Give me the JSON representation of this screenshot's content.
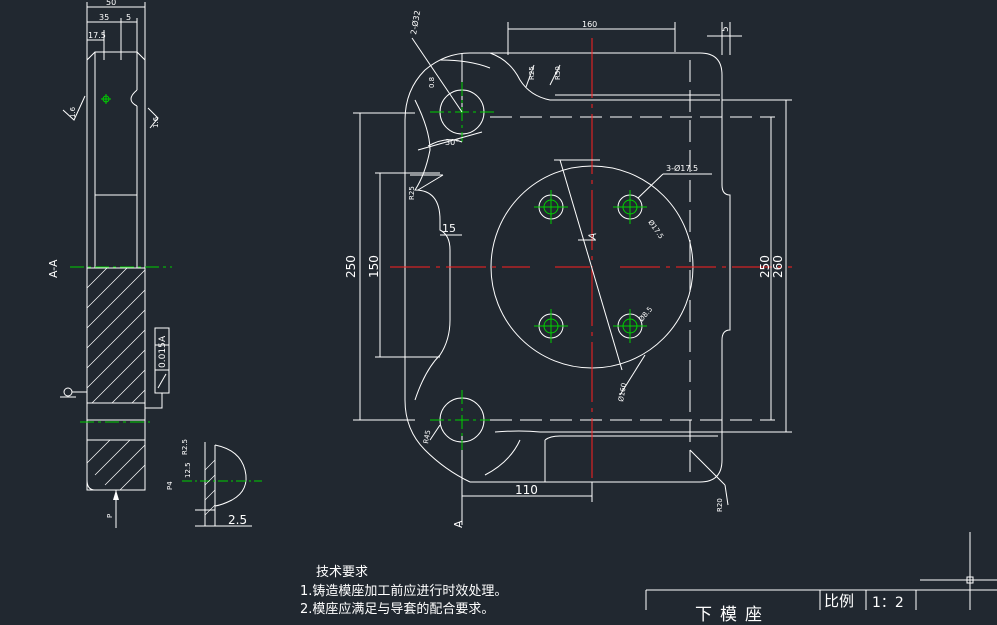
{
  "side_view": {
    "dims": {
      "d50": "50",
      "d35": "35",
      "d5": "5",
      "d17_5": "17.5",
      "section_label": "A-A",
      "tol_value": "0.015",
      "tol_datum": "A",
      "rough_r": "1.6",
      "rough_r2": "1.6",
      "p_label": "P"
    },
    "detail": {
      "d12_5": "12.5",
      "r2_5": "R2.5",
      "d2_5": "2.5",
      "p_label": "P4"
    }
  },
  "front_view": {
    "d_2xphi32": "2-Ø32",
    "d160": "160",
    "d5": "5",
    "r25a": "R25",
    "r50": "R50",
    "d3phi17_5": "3-Ø17.5",
    "ang30": "30°",
    "r25b": "R25",
    "d15": "15",
    "d250_left": "250",
    "d150": "150",
    "d250_right": "250",
    "d260": "260",
    "phi17_5": "Ø17.5",
    "phi8_5": "Ø8.5",
    "phi160": "Ø160",
    "section_mark": "A",
    "section_mark2": "A",
    "r45": "R45",
    "d110": "110",
    "r20": "R20",
    "d0_8": "0.8"
  },
  "notes": {
    "title": "技术要求",
    "line1": "1.铸造模座加工前应进行时效处理。",
    "line2": "2.模座应满足与导套的配合要求。"
  },
  "titleblock": {
    "ratio_label": "比例",
    "ratio_value": "1：2",
    "name": "下模座"
  }
}
